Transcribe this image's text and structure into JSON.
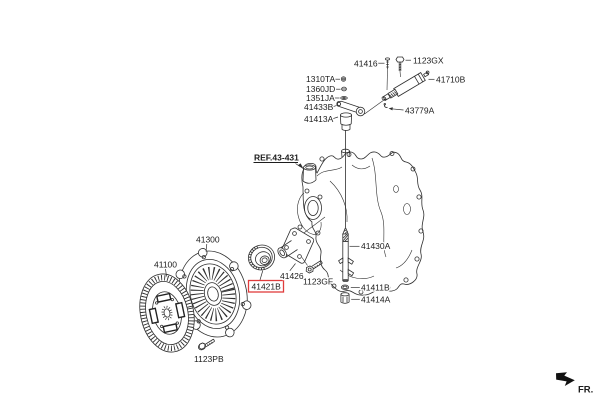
{
  "figure": {
    "background_color": "#ffffff",
    "line_color": "#2f2f2f",
    "highlight_color": "#e03c3c",
    "ref_callout": "REF.43-431",
    "direction_indicator": "FR.",
    "highlighted_part_number": "41421B",
    "part_labels": {
      "p1310TA": "1310TA",
      "p1360JD": "1360JD",
      "p1351JA": "1351JA",
      "p41433B": "41433B",
      "p41413A": "41413A",
      "p41416": "41416",
      "p1123GX": "1123GX",
      "p41710B": "41710B",
      "p43779A": "43779A",
      "p41300": "41300",
      "p41100": "41100",
      "p1123PB": "1123PB",
      "p41421B": "41421B",
      "p41426": "41426",
      "p1123GF": "1123GF",
      "p41430A": "41430A",
      "p41411B": "41411B",
      "p41414A": "41414A"
    }
  }
}
